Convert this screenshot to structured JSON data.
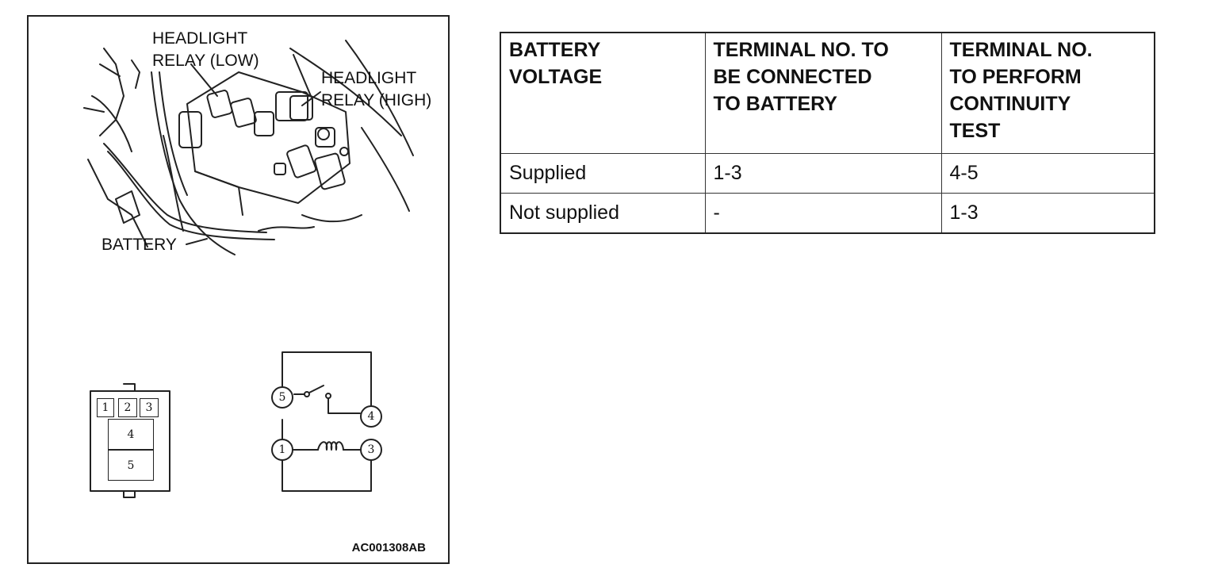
{
  "figure": {
    "labels": {
      "headlight_relay_low": "HEADLIGHT\nRELAY (LOW)",
      "headlight_relay_high": "HEADLIGHT\nRELAY (HIGH)",
      "battery": "BATTERY"
    },
    "connector_terminals": [
      "1",
      "2",
      "3",
      "4",
      "5"
    ],
    "circuit_terminals": [
      "5",
      "4",
      "1",
      "3"
    ],
    "figure_code": "AC001308AB"
  },
  "table": {
    "headers": [
      "BATTERY\nVOLTAGE",
      "TERMINAL NO. TO\nBE CONNECTED\nTO BATTERY",
      "TERMINAL NO.\nTO PERFORM\nCONTINUITY\nTEST"
    ],
    "rows": [
      [
        "Supplied",
        "1-3",
        "4-5"
      ],
      [
        "Not supplied",
        "-",
        "1-3"
      ]
    ]
  }
}
